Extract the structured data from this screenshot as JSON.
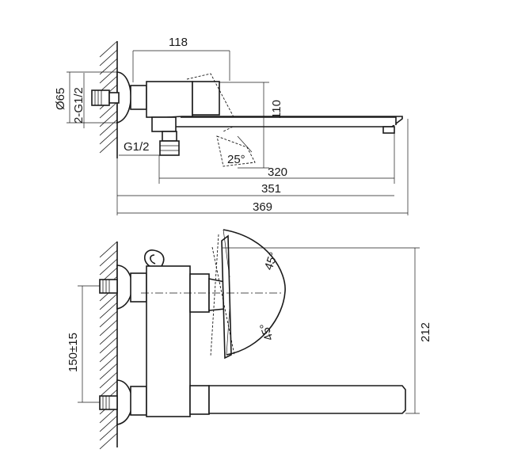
{
  "labels": {
    "dim_118": "118",
    "dim_110": "110",
    "dim_25": "25°",
    "dim_320": "320",
    "dim_351": "351",
    "dim_369": "369",
    "dim_phi65": "Ø65",
    "dim_2g12": "2-G1/2",
    "dim_g12": "G1/2",
    "dim_45_top": "45°",
    "dim_45_bottom": "45°",
    "dim_150": "150±15",
    "dim_212": "212"
  },
  "colors": {
    "line": "#1a1a1a",
    "background": "#ffffff"
  }
}
